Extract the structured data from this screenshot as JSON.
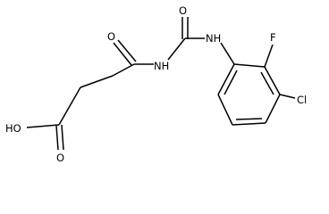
{
  "atoms": {
    "oh": "HO",
    "acid_o": "O",
    "amide_o": "O",
    "nh_left": "NH",
    "urea_o": "O",
    "nh_right": "NH",
    "f": "F",
    "cl": "Cl"
  },
  "colors": {
    "bond": "#000000",
    "label": "#000000",
    "background": "#ffffff"
  }
}
